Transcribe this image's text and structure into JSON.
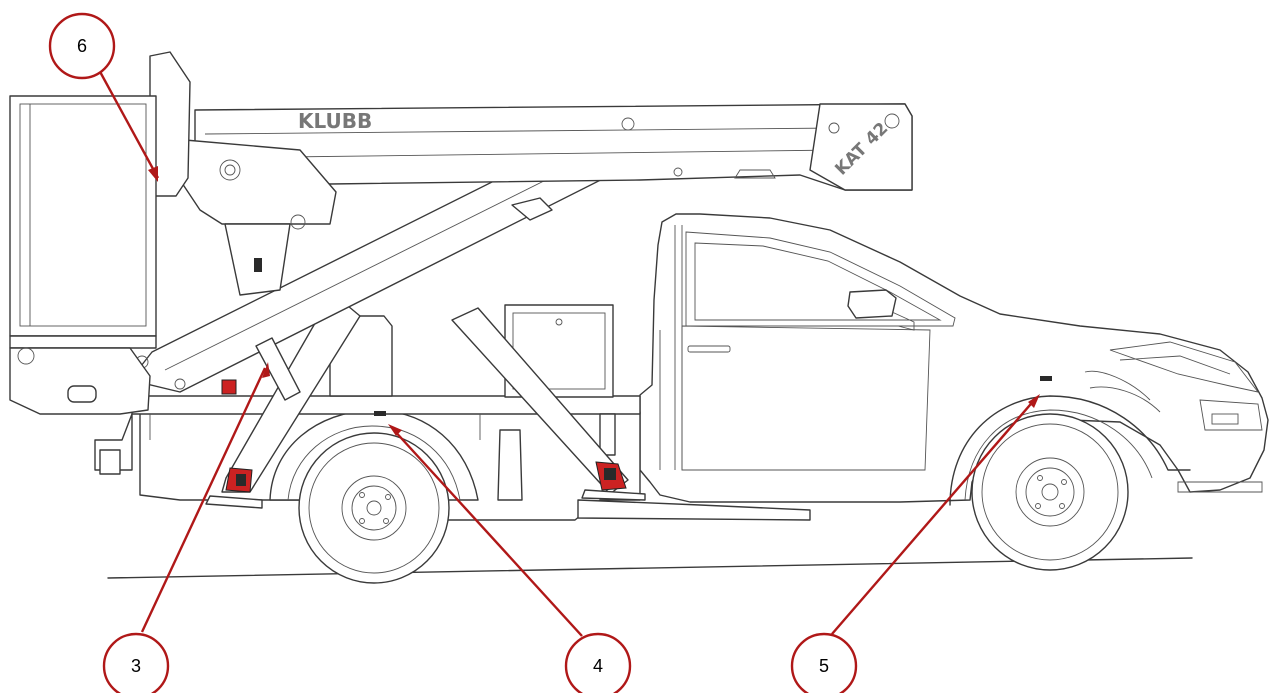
{
  "diagram": {
    "brand_label": "KLUBB",
    "model_label": "KAT 42",
    "callout_color": "#b01818",
    "callouts": [
      {
        "id": "callout-6",
        "number": "6"
      },
      {
        "id": "callout-3",
        "number": "3"
      },
      {
        "id": "callout-4",
        "number": "4"
      },
      {
        "id": "callout-5",
        "number": "5"
      }
    ]
  }
}
